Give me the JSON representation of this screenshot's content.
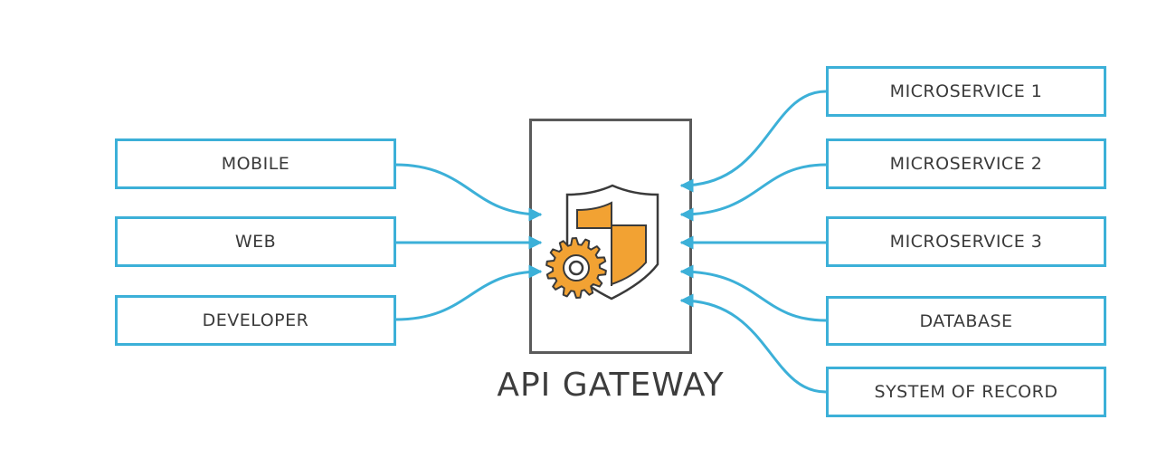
{
  "diagram": {
    "title": "API GATEWAY",
    "colors": {
      "connector": "#3cb0d8",
      "accent": "#f2a233",
      "outline": "#3a3a3a",
      "text": "#3a3a3a"
    },
    "clients": [
      {
        "label": "MOBILE"
      },
      {
        "label": "WEB"
      },
      {
        "label": "DEVELOPER"
      }
    ],
    "backends": [
      {
        "label": "MICROSERVICE 1"
      },
      {
        "label": "MICROSERVICE 2"
      },
      {
        "label": "MICROSERVICE 3"
      },
      {
        "label": "DATABASE"
      },
      {
        "label": "SYSTEM OF RECORD"
      }
    ],
    "edges": [
      {
        "from": "MOBILE",
        "to": "API GATEWAY"
      },
      {
        "from": "WEB",
        "to": "API GATEWAY"
      },
      {
        "from": "DEVELOPER",
        "to": "API GATEWAY"
      },
      {
        "from": "MICROSERVICE 1",
        "to": "API GATEWAY"
      },
      {
        "from": "MICROSERVICE 2",
        "to": "API GATEWAY"
      },
      {
        "from": "MICROSERVICE 3",
        "to": "API GATEWAY"
      },
      {
        "from": "DATABASE",
        "to": "API GATEWAY"
      },
      {
        "from": "SYSTEM OF RECORD",
        "to": "API GATEWAY"
      }
    ],
    "icons": [
      "shield-icon",
      "gear-icon"
    ]
  }
}
